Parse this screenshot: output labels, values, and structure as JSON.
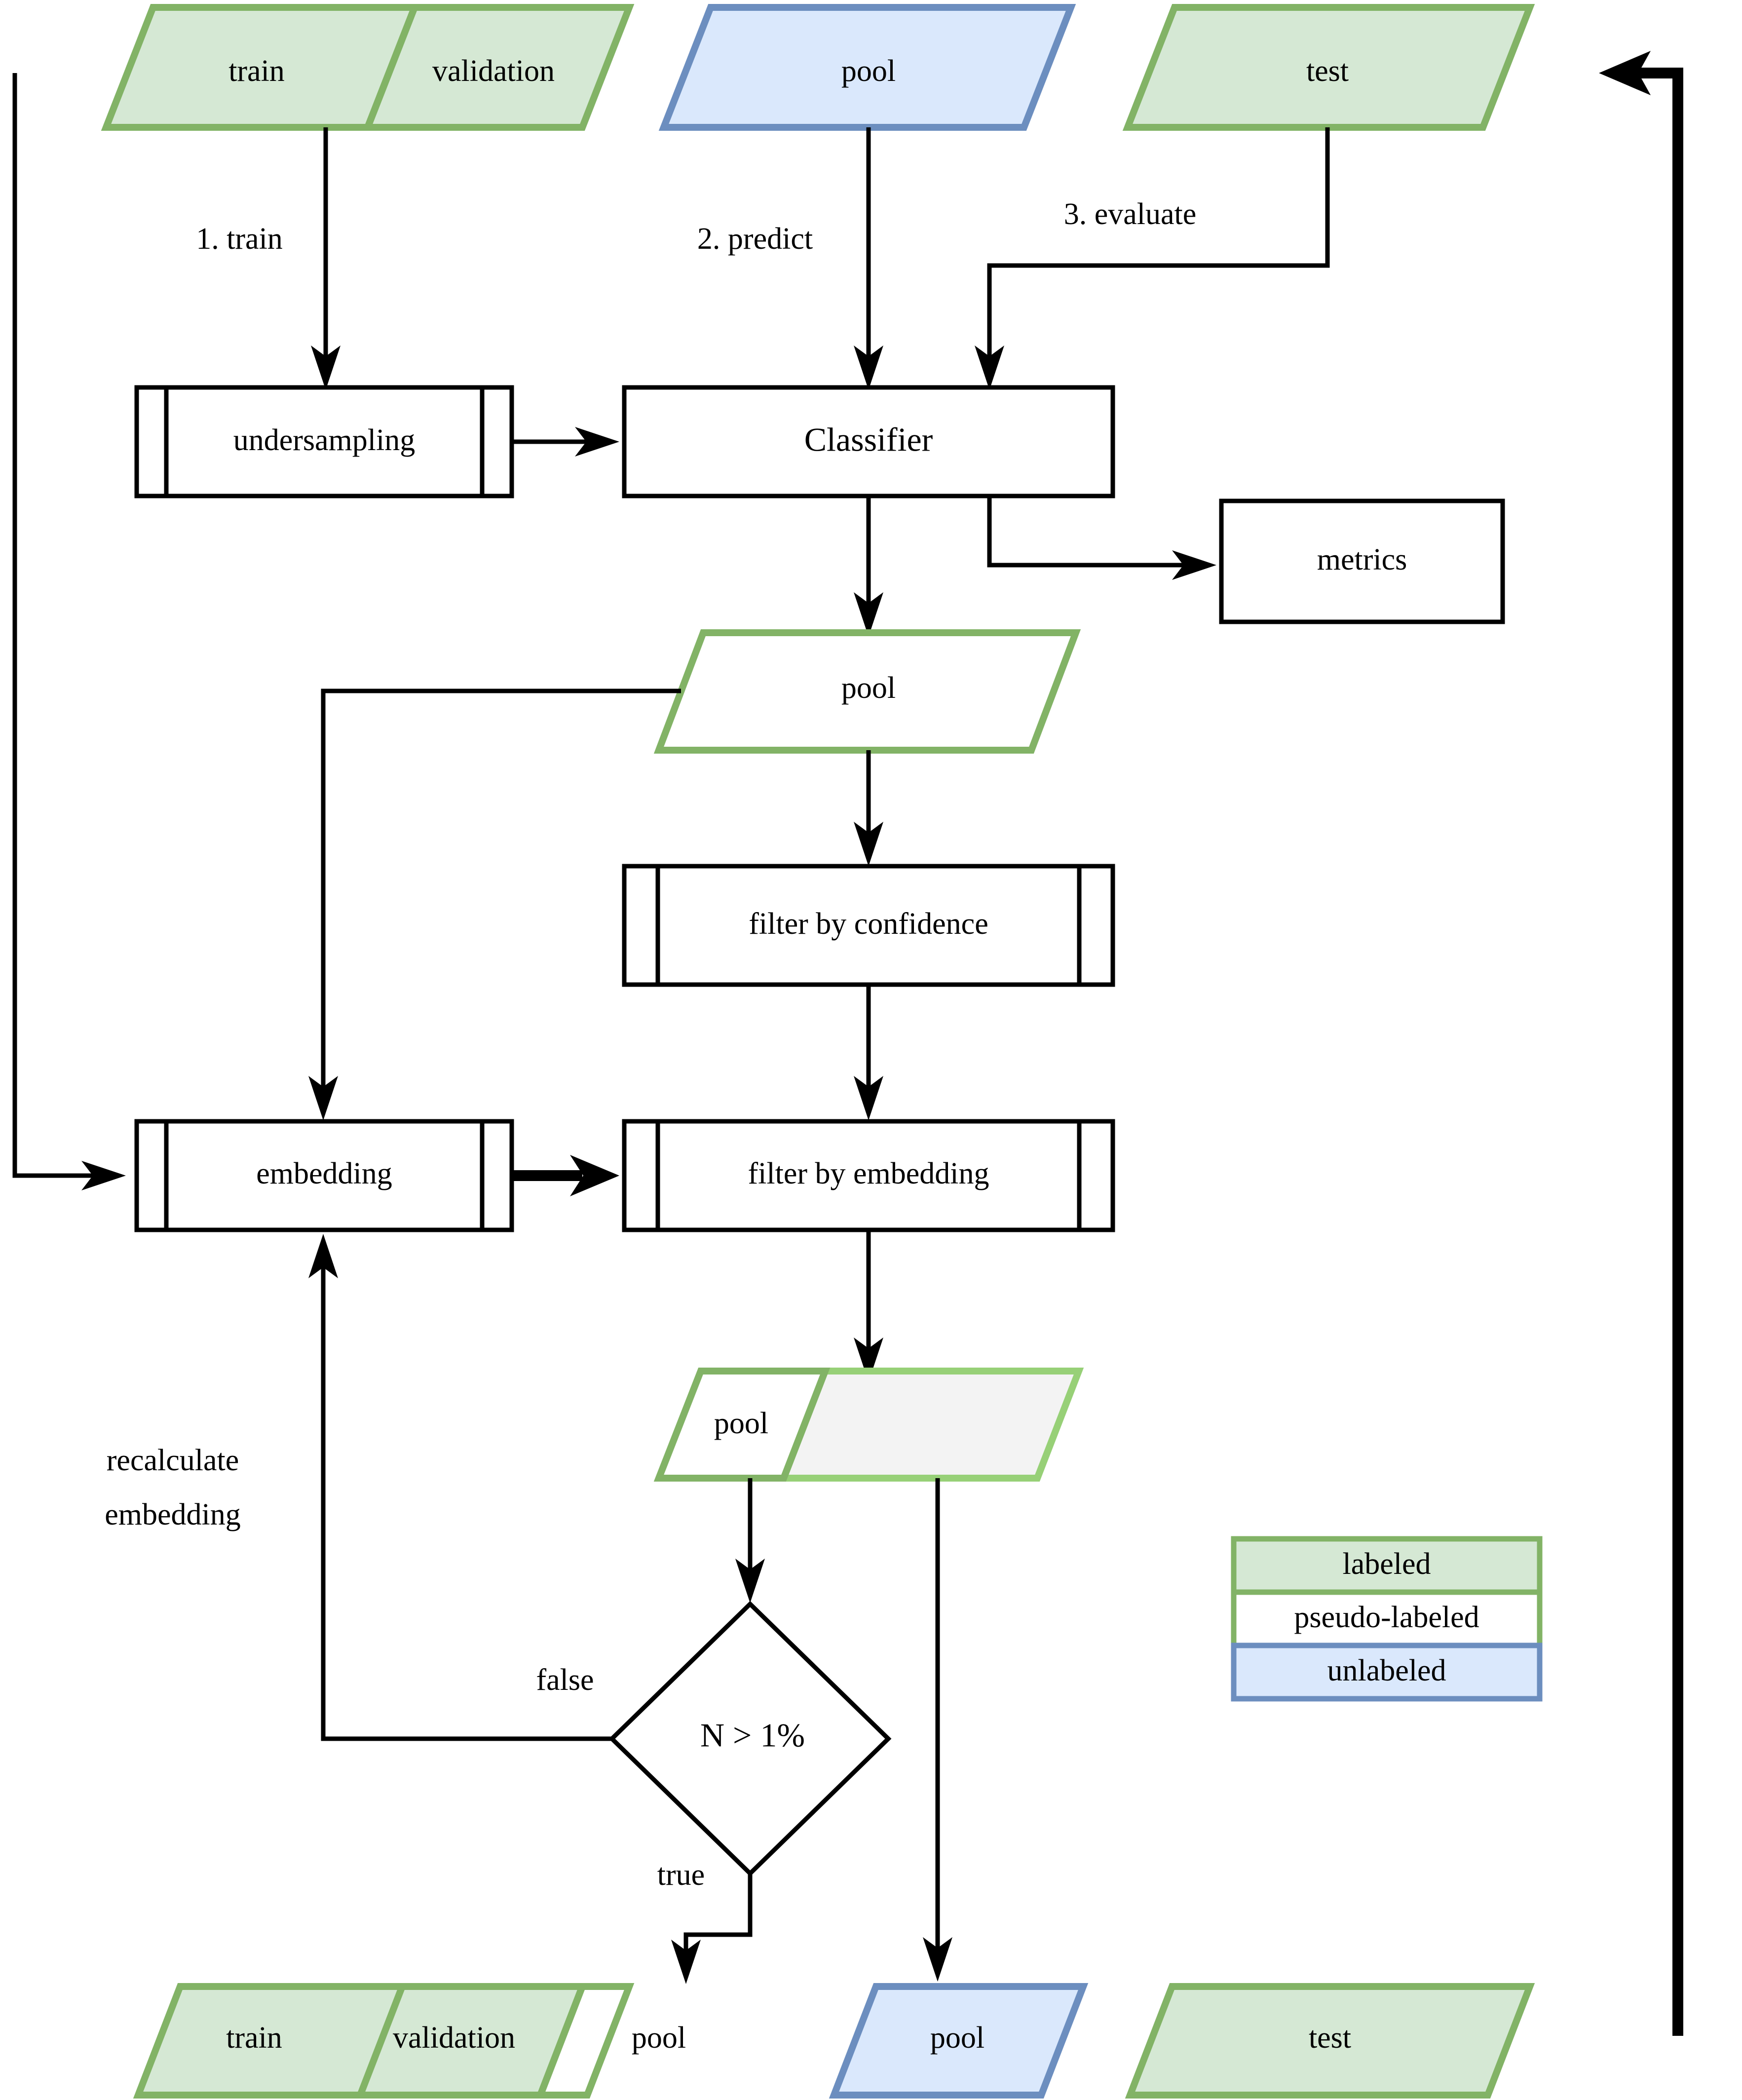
{
  "diagram": {
    "title": "Self-training / pseudo-labeling pipeline flowchart",
    "colors": {
      "labeled_fill": "#d5e8d4",
      "labeled_stroke": "#82b366",
      "unlabeled_fill": "#dae8fc",
      "unlabeled_stroke": "#6c8ebf",
      "pseudo_labeled_fill": "#ffffff",
      "pseudo_labeled_stroke": "#82b366",
      "neutral_fill": "#f3f3f3",
      "line": "#000000"
    }
  },
  "top_row": {
    "dataset_split": {
      "name": "train-validation-dataset",
      "segments": [
        {
          "label": "train",
          "kind": "labeled"
        },
        {
          "label": "validation",
          "kind": "labeled"
        }
      ]
    },
    "pool": {
      "label": "pool",
      "kind": "unlabeled"
    },
    "test": {
      "label": "test",
      "kind": "labeled"
    }
  },
  "edge_labels": {
    "step1": "1. train",
    "step2": "2. predict",
    "step3": "3. evaluate",
    "false": "false",
    "true": "true",
    "recalculate_line1": "recalculate",
    "recalculate_line2": "embedding"
  },
  "processes": {
    "undersampling": "undersampling",
    "classifier": "Classifier",
    "filter_by_confidence": "filter by confidence",
    "embedding": "embedding",
    "filter_by_embedding": "filter by embedding"
  },
  "outputs": {
    "metrics": "metrics"
  },
  "intermediate": {
    "pool_after_predict": {
      "label": "pool",
      "kind": "pseudo-labeled"
    },
    "pool_after_filter": {
      "segments": [
        {
          "label": "pool",
          "kind": "pseudo-labeled"
        },
        {
          "label": "",
          "kind": "neutral"
        }
      ]
    }
  },
  "decision": {
    "condition": "N > 1%",
    "true_label": "true",
    "false_label": "false"
  },
  "bottom_row": {
    "dataset_split": {
      "name": "train-validation-pool-dataset",
      "segments": [
        {
          "label": "train",
          "kind": "labeled"
        },
        {
          "label": "validation",
          "kind": "labeled"
        },
        {
          "label": "pool",
          "kind": "pseudo-labeled"
        }
      ]
    },
    "pool": {
      "label": "pool",
      "kind": "unlabeled"
    },
    "test": {
      "label": "test",
      "kind": "labeled"
    }
  },
  "legend": {
    "items": [
      {
        "label": "labeled",
        "kind": "labeled"
      },
      {
        "label": "pseudo-labeled",
        "kind": "pseudo-labeled"
      },
      {
        "label": "unlabeled",
        "kind": "unlabeled"
      }
    ]
  }
}
